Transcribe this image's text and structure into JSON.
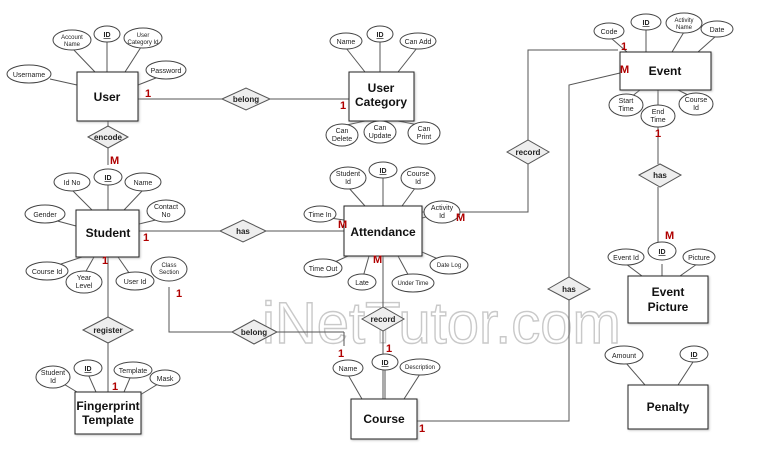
{
  "watermark": "iNetTutor.com",
  "entities": {
    "user": "User",
    "user_category_line1": "User",
    "user_category_line2": "Category",
    "event": "Event",
    "student": "Student",
    "attendance": "Attendance",
    "event_picture_line1": "Event",
    "event_picture_line2": "Picture",
    "fingerprint_line1": "Fingerprint",
    "fingerprint_line2": "Template",
    "course": "Course",
    "penalty": "Penalty"
  },
  "relationships": {
    "belong_user": "belong",
    "encode": "encode",
    "record_event": "record",
    "has_event": "has",
    "has_student": "has",
    "has_course": "has",
    "register": "register",
    "belong_course": "belong",
    "record_course": "record"
  },
  "attributes": {
    "user": {
      "account_name_1": "Account",
      "account_name_2": "Name",
      "id": "ID",
      "category_id_1": "User",
      "category_id_2": "Category Id",
      "username": "Username",
      "password": "Password"
    },
    "user_category": {
      "name": "Name",
      "id": "ID",
      "can_add": "Can Add",
      "can_delete_1": "Can",
      "can_delete_2": "Delete",
      "can_update_1": "Can",
      "can_update_2": "Update",
      "can_print_1": "Can",
      "can_print_2": "Print"
    },
    "event": {
      "code": "Code",
      "id": "ID",
      "activity_name_1": "Activity",
      "activity_name_2": "Name",
      "date": "Date",
      "start_time_1": "Start",
      "start_time_2": "Time",
      "end_time_1": "End",
      "end_time_2": "Time",
      "course_id_1": "Course",
      "course_id_2": "Id"
    },
    "student": {
      "id_no": "Id No",
      "id": "ID",
      "name": "Name",
      "gender": "Gender",
      "contact_no_1": "Contact",
      "contact_no_2": "No",
      "course_id": "Course Id",
      "year_level_1": "Year",
      "year_level_2": "Level",
      "user_id": "User Id",
      "class_section_1": "Class",
      "class_section_2": "Section"
    },
    "attendance": {
      "student_id_1": "Student",
      "student_id_2": "Id",
      "id": "ID",
      "course_id_1": "Course",
      "course_id_2": "Id",
      "time_in": "Time In",
      "activity_id_1": "Activity",
      "activity_id_2": "Id",
      "time_out": "Time Out",
      "late": "Late",
      "under_time": "Under Time",
      "date_log": "Date Log"
    },
    "event_picture": {
      "event_id": "Event Id",
      "id": "ID",
      "picture": "Picture"
    },
    "fingerprint": {
      "student_id_1": "Student",
      "student_id_2": "Id",
      "id": "ID",
      "template": "Template",
      "mask": "Mask"
    },
    "course": {
      "name": "Name",
      "id": "ID",
      "description": "Description"
    },
    "penalty": {
      "amount": "Amount",
      "id": "ID"
    }
  },
  "cardinality": {
    "user_belong": "1",
    "category_belong": "1",
    "student_encode": "M",
    "event_code": "1",
    "event_record": "M",
    "attendance_record": "M",
    "event_has": "1",
    "picture_has": "M",
    "student_has": "1",
    "attendance_has": "M",
    "attendance_record2": "M",
    "student_register": "1",
    "fingerprint_register": "1",
    "class_section": "1",
    "course_belong": "1",
    "course_record": "1",
    "course_has": "1"
  }
}
